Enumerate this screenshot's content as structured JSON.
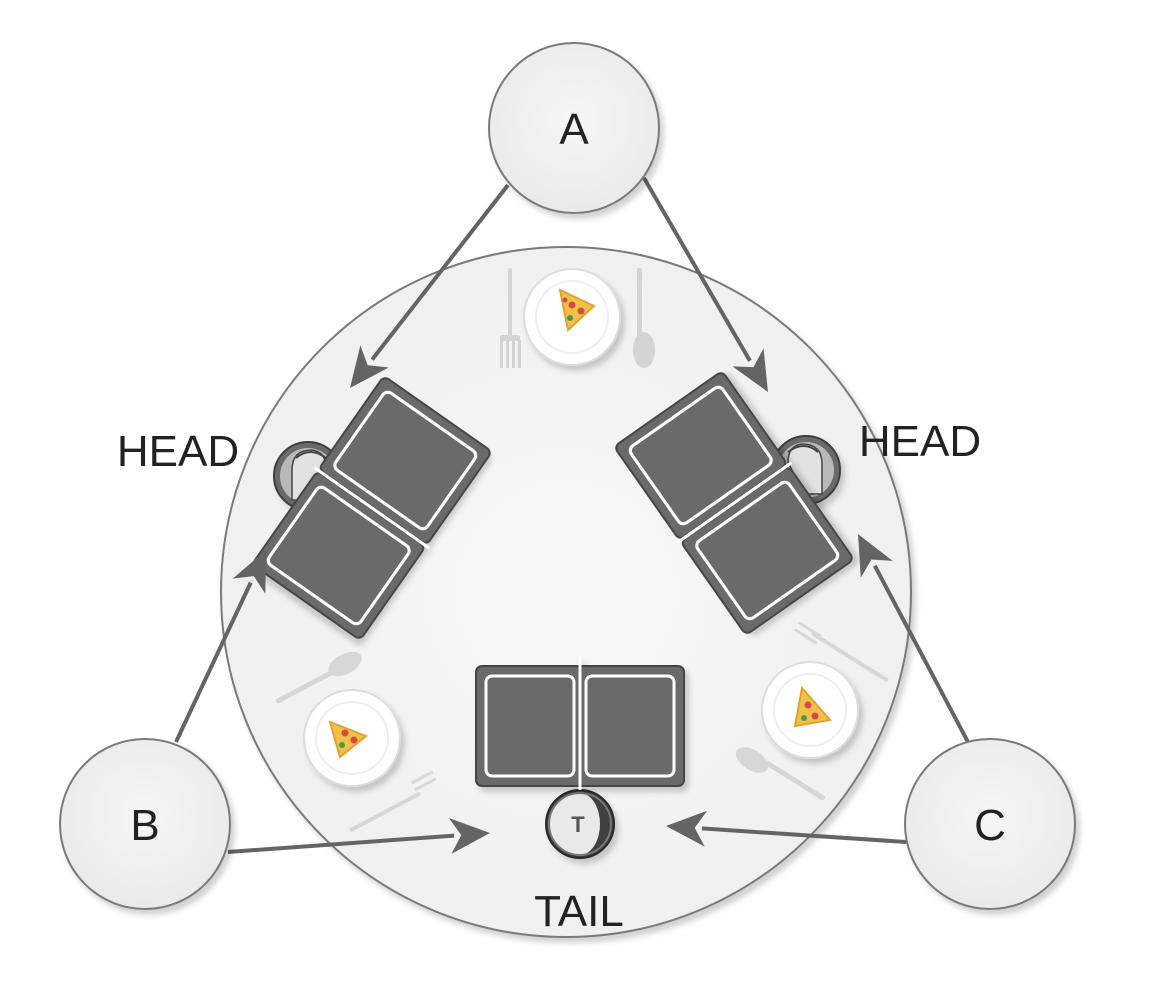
{
  "diagram": {
    "nodes": [
      {
        "id": "A",
        "label": "A"
      },
      {
        "id": "B",
        "label": "B"
      },
      {
        "id": "C",
        "label": "C"
      }
    ],
    "coins": [
      {
        "id": "coin-left",
        "face": "head",
        "label": "HEAD"
      },
      {
        "id": "coin-right",
        "face": "head",
        "label": "HEAD"
      },
      {
        "id": "coin-bottom",
        "face": "tail",
        "label": "TAIL",
        "mark": "T"
      }
    ],
    "arrows": [
      {
        "from": "A",
        "to": "coin-left"
      },
      {
        "from": "A",
        "to": "coin-right"
      },
      {
        "from": "B",
        "to": "coin-left"
      },
      {
        "from": "B",
        "to": "coin-bottom"
      },
      {
        "from": "C",
        "to": "coin-right"
      },
      {
        "from": "C",
        "to": "coin-bottom"
      }
    ],
    "table_items": [
      "menu",
      "menu",
      "menu",
      "plate",
      "plate",
      "plate"
    ],
    "colors": {
      "node_fill": "#f0f0f0",
      "node_stroke": "#7a7a7a",
      "table_fill": "#f3f3f3",
      "menu_fill": "#6b6b6b",
      "arrow": "#646464",
      "text": "#222222"
    },
    "icons": [
      "coin-head-icon",
      "coin-tail-icon",
      "menu-icon",
      "plate-icon",
      "pizza-slice-icon",
      "fork-icon",
      "spoon-icon"
    ]
  }
}
